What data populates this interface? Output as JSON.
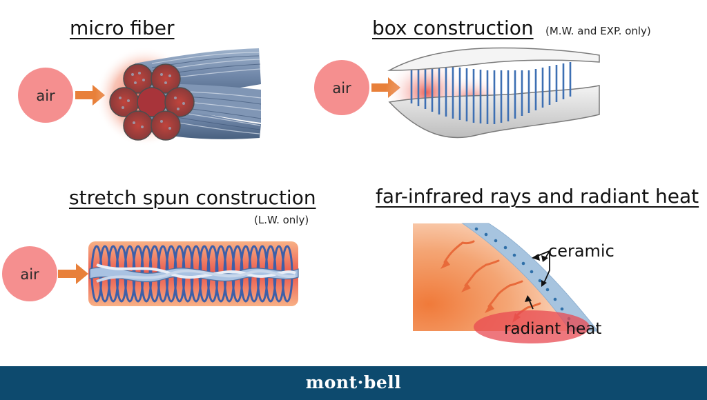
{
  "panels": {
    "micro_fiber": {
      "title": "micro fiber",
      "air": "air"
    },
    "box_construction": {
      "title": "box construction",
      "note": "(M.W. and EXP. only)",
      "air": "air"
    },
    "stretch_spun": {
      "title": "stretch spun construction",
      "note": "(L.W. only)",
      "air": "air"
    },
    "far_infrared": {
      "title": "far-infrared rays and radiant heat",
      "ceramic_label": "ceramic",
      "radiant_heat_label": "radiant heat"
    }
  },
  "footer": {
    "brand": "mont·bell"
  },
  "colors": {
    "air_circle": "#f58f8f",
    "arrow": "#e8803a",
    "fiber_blue": "#6a8bb5",
    "heat_red": "#e8473a",
    "footer_bg": "#0d4a6e"
  }
}
